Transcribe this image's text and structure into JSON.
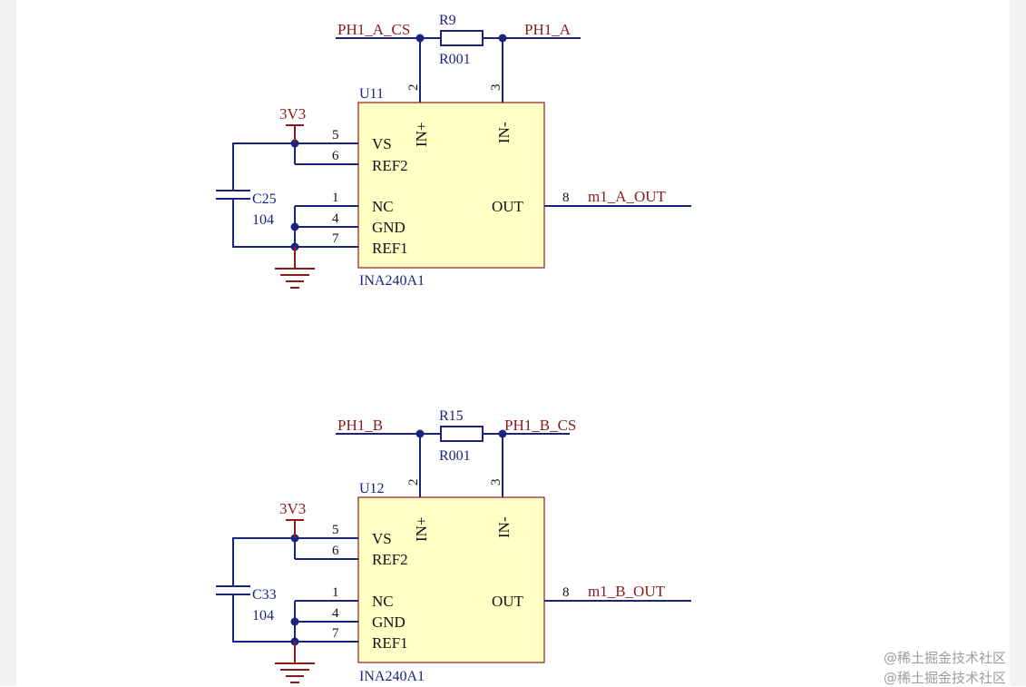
{
  "circuits": [
    {
      "net_left": "PH1_A_CS",
      "net_right": "PH1_A",
      "resistor_ref": "R9",
      "resistor_value": "R001",
      "ic_ref": "U11",
      "ic_part": "INA240A1",
      "power": "3V3",
      "cap_ref": "C25",
      "cap_value": "104",
      "out_net": "m1_A_OUT",
      "pins": {
        "in_plus": "IN+",
        "in_minus": "IN-",
        "vs": "VS",
        "ref2": "REF2",
        "nc": "NC",
        "gnd": "GND",
        "ref1": "REF1",
        "out": "OUT",
        "n_in_plus": "2",
        "n_in_minus": "3",
        "n_vs": "5",
        "n_ref2": "6",
        "n_nc": "1",
        "n_gnd": "4",
        "n_ref1": "7",
        "n_out": "8"
      }
    },
    {
      "net_left": "PH1_B",
      "net_right": "PH1_B_CS",
      "resistor_ref": "R15",
      "resistor_value": "R001",
      "ic_ref": "U12",
      "ic_part": "INA240A1",
      "power": "3V3",
      "cap_ref": "C33",
      "cap_value": "104",
      "out_net": "m1_B_OUT",
      "pins": {
        "in_plus": "IN+",
        "in_minus": "IN-",
        "vs": "VS",
        "ref2": "REF2",
        "nc": "NC",
        "gnd": "GND",
        "ref1": "REF1",
        "out": "OUT",
        "n_in_plus": "2",
        "n_in_minus": "3",
        "n_vs": "5",
        "n_ref2": "6",
        "n_nc": "1",
        "n_gnd": "4",
        "n_ref1": "7",
        "n_out": "8"
      }
    }
  ],
  "watermark": [
    "@稀土掘金技术社区",
    "@稀土掘金技术社区"
  ]
}
